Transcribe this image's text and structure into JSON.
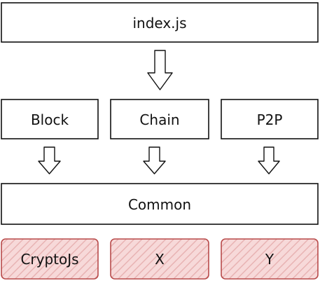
{
  "diagram": {
    "nodes": {
      "index": {
        "label": "index.js"
      },
      "block": {
        "label": "Block"
      },
      "chain": {
        "label": "Chain"
      },
      "p2p": {
        "label": "P2P"
      },
      "common": {
        "label": "Common"
      },
      "cryptojs": {
        "label": "CryptoJs"
      },
      "x": {
        "label": "X"
      },
      "y": {
        "label": "Y"
      }
    },
    "edges": [
      {
        "from": "index",
        "to": "chain"
      },
      {
        "from": "block",
        "to": "common"
      },
      {
        "from": "chain",
        "to": "common"
      },
      {
        "from": "p2p",
        "to": "common"
      }
    ],
    "colors": {
      "stroke": "#111111",
      "dependency_fill": "#f7d9d9",
      "dependency_stroke": "#b84a4a",
      "dependency_hatch": "#e8b3b3"
    }
  }
}
